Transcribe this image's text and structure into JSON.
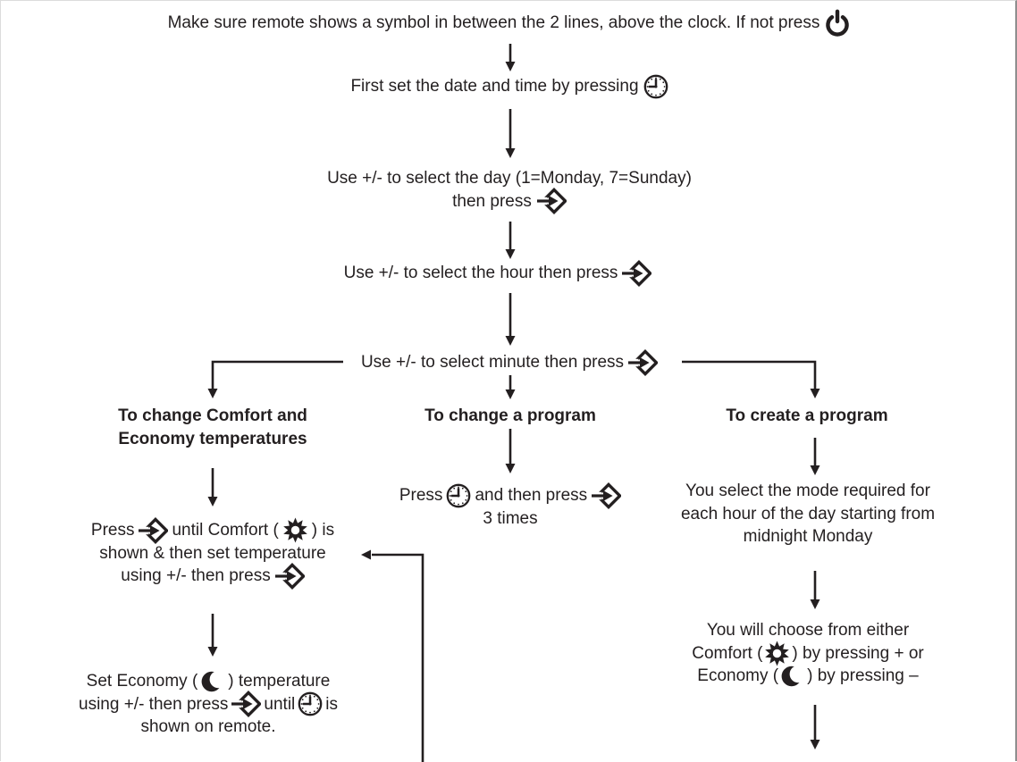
{
  "page": {
    "background": "#ffffff",
    "line_color": "#231f20",
    "text_color": "#231f20"
  },
  "icons": {
    "power": "power-icon",
    "clock": "clock-icon",
    "enter": "enter-arrow-diamond-icon",
    "comfort": "sun-icon",
    "economy": "moon-icon"
  },
  "steps": {
    "step1": {
      "text": "Make sure remote shows a symbol in between the 2 lines, above the clock. If not press"
    },
    "step2": {
      "text": "First set the date and time by pressing"
    },
    "step3": {
      "line1": "Use +/- to select the day (1=Monday, 7=Sunday)",
      "line2": "then press"
    },
    "step4": {
      "text": "Use +/- to select the hour then press"
    },
    "step5": {
      "text": "Use +/- to select minute then press"
    }
  },
  "branches": {
    "left": {
      "heading1": "To change Comfort and",
      "heading2": "Economy temperatures",
      "box1": {
        "l1a": "Press",
        "l1b": "until Comfort (",
        "l1c": ") is",
        "l2": "shown & then set temperature",
        "l3a": "using +/- then press"
      },
      "box2": {
        "l1a": "Set Economy (",
        "l1b": ") temperature",
        "l2a": "using +/- then press",
        "l2b": "until",
        "l2c": "is",
        "l3": "shown on remote."
      }
    },
    "middle": {
      "heading": "To change a program",
      "box1": {
        "l1a": "Press",
        "l1b": "and then press",
        "l2": "3 times"
      }
    },
    "right": {
      "heading": "To create a program",
      "box1": {
        "l1": "You select the mode required for",
        "l2": "each hour of the day starting from",
        "l3": "midnight Monday"
      },
      "box2": {
        "l1": "You will choose from either",
        "l2a": "Comfort (",
        "l2b": ") by pressing + or",
        "l3a": "Economy (",
        "l3b": ") by pressing –"
      }
    }
  }
}
